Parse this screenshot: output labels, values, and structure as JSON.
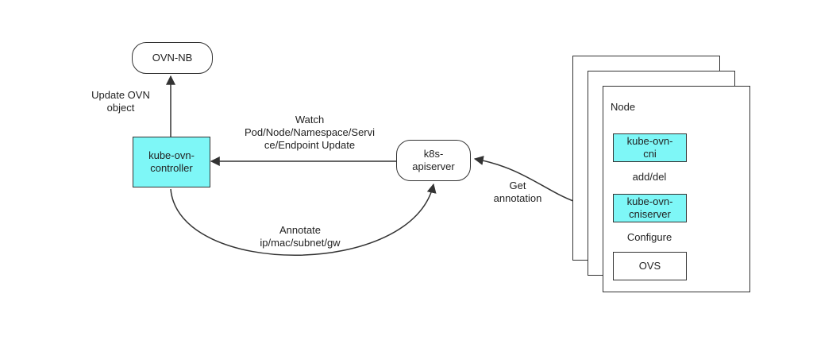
{
  "nodes": {
    "ovn_nb": "OVN-NB",
    "controller": "kube-ovn-\ncontroller",
    "apiserver": "k8s-\napiserver",
    "node_title": "Node",
    "cni": "kube-ovn-\ncni",
    "cniserver": "kube-ovn-\ncniserver",
    "ovs": "OVS"
  },
  "edges": {
    "update_ovn": "Update OVN\nobject",
    "watch": "Watch\nPod/Node/Namespace/Servi\nce/Endpoint Update",
    "annotate": "Annotate\nip/mac/subnet/gw",
    "get_annotation": "Get\nannotation",
    "add_del": "add/del",
    "configure": "Configure"
  },
  "colors": {
    "component": "#7ef7f7",
    "stroke": "#333333"
  }
}
